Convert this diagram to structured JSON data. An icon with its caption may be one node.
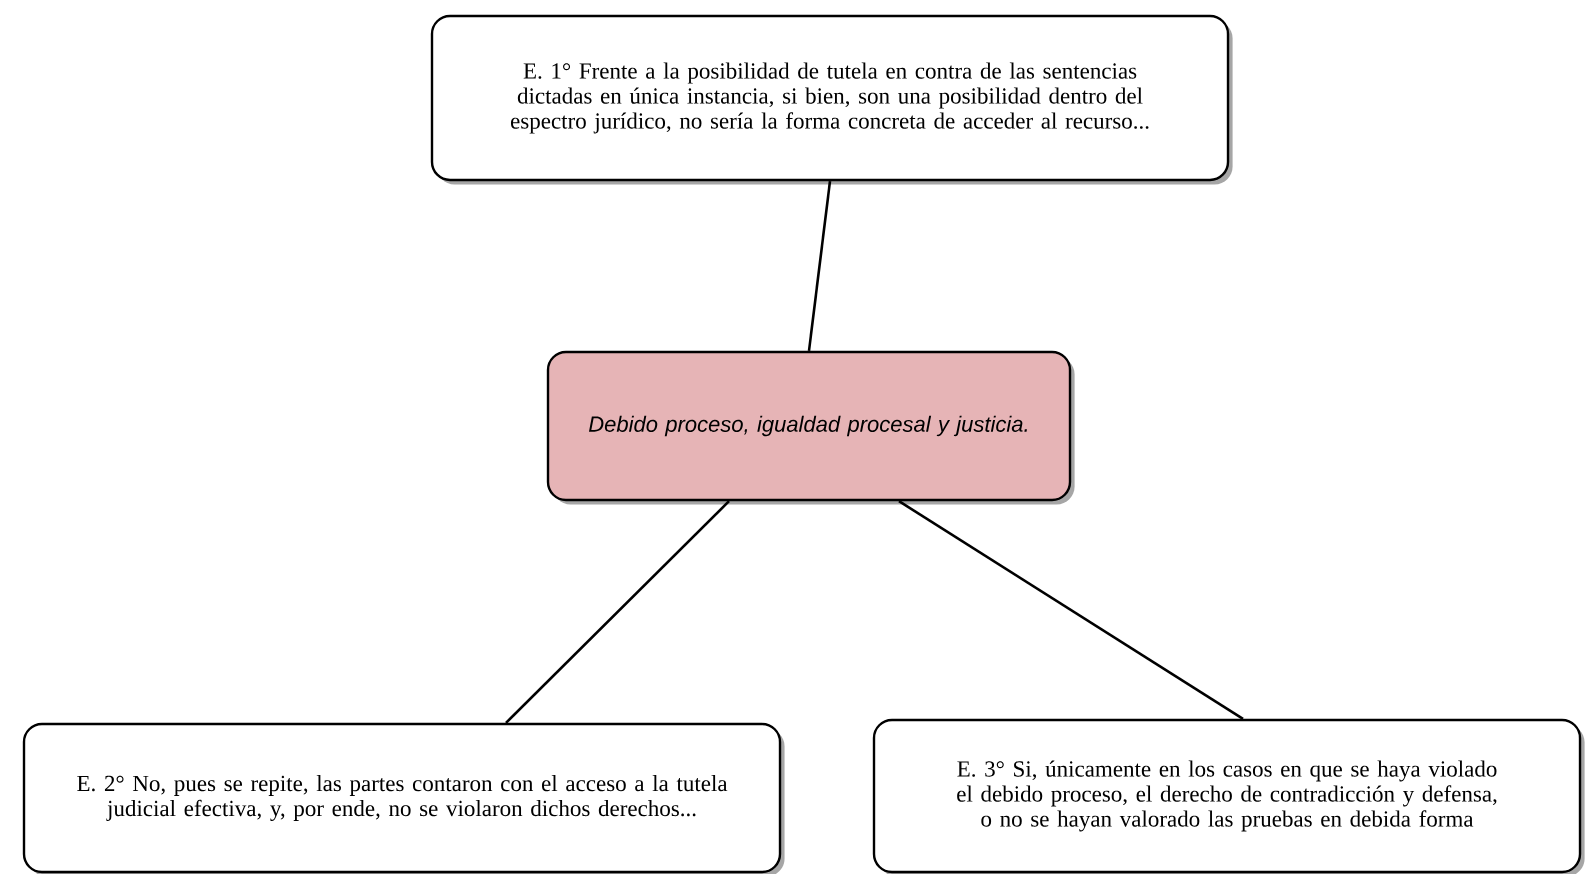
{
  "diagram": {
    "nodes": [
      {
        "text": [
          "E. 1° Frente a la posibilidad de tutela en contra de las sentencias dictadas en única instancia, si bien, son una posibilidad dentro del espectro jurídico, no sería la forma concreta de acceder al recurso..."
        ]
      },
      {
        "text": [
          "Debido proceso, igualdad procesal y justicia."
        ]
      },
      {
        "text": [
          "E. 2° No, pues se repite, las partes contaron con el acceso a la tutela judicial efectiva, y, por ende, no se violaron dichos derechos..."
        ]
      },
      {
        "text": [
          "E. 3° Si, únicamente en los casos en que se haya violado el debido proceso, el derecho de contradicción y defensa, o no se hayan valorado las pruebas en debida forma"
        ]
      }
    ],
    "edges": [
      {
        "from": 1,
        "to": 0,
        "arrow": "none"
      },
      {
        "from": 1,
        "to": 2,
        "arrow": "none"
      },
      {
        "from": 1,
        "to": 3,
        "arrow": "none"
      }
    ]
  }
}
